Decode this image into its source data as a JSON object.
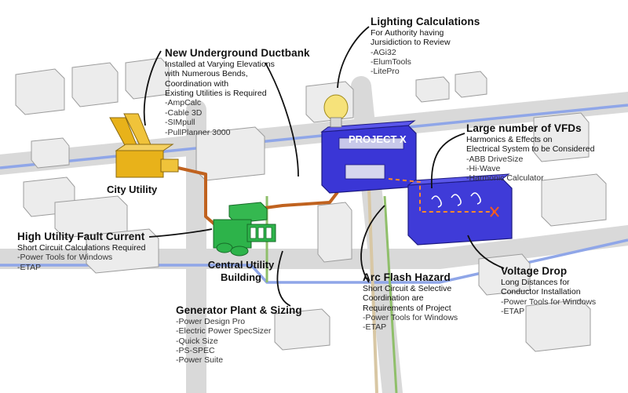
{
  "project_label": "PROJECT X",
  "labels": {
    "city_utility": "City Utility",
    "central_utility_line1": "Central Utility",
    "central_utility_line2": "Building"
  },
  "callouts": {
    "lighting": {
      "title": "Lighting Calculations",
      "desc": [
        "For Authority having",
        "Jursidiction to Review"
      ],
      "tools": [
        "-AGi32",
        "-ElumTools",
        "-LitePro"
      ]
    },
    "ductbank": {
      "title": "New Underground Ductbank",
      "desc": [
        "Installed at Varying Elevations",
        "with Numerous Bends,",
        "Coordination with",
        "Existing Utilities is Required"
      ],
      "tools": [
        "-AmpCalc",
        "-Cable 3D",
        "-SIMpull",
        "-PullPlanner 3000"
      ]
    },
    "vfds": {
      "title": "Large number of VFDs",
      "desc": [
        "Harmonics & Effects on",
        "Electrical System to be Considered"
      ],
      "tools": [
        "-ABB DriveSize",
        "-Hi-Wave",
        "-Harmonic Calculator"
      ]
    },
    "fault": {
      "title": "High Utility Fault Current",
      "desc": [
        "Short Circuit Calculations Required"
      ],
      "tools": [
        "-Power Tools for Windows",
        "-ETAP"
      ]
    },
    "voltage": {
      "title": "Voltage Drop",
      "desc": [
        "Long Distances for",
        "Conductor Installation"
      ],
      "tools": [
        "-Power Tools for Windows",
        "-ETAP"
      ]
    },
    "arcflash": {
      "title": "Arc Flash Hazard",
      "desc": [
        "Short Circuit & Selective",
        "Coordination are",
        "Requirements of Project"
      ],
      "tools": [
        "-Power Tools for Windows",
        "-ETAP"
      ]
    },
    "generator": {
      "title": "Generator Plant & Sizing",
      "desc": [],
      "tools": [
        "-Power Design Pro",
        "-Electric Power SpecSizer",
        "-Quick Size",
        "-PS-SPEC",
        "-Power Suite"
      ]
    }
  },
  "colors": {
    "project_building": "#3a36d6",
    "city_utility": "#e8b21a",
    "central_utility": "#2db34a",
    "ductbank": "#c0621f",
    "blue_line": "#8fa6e8",
    "green_line": "#8fbf6a",
    "bulb": "#f6e27a"
  }
}
